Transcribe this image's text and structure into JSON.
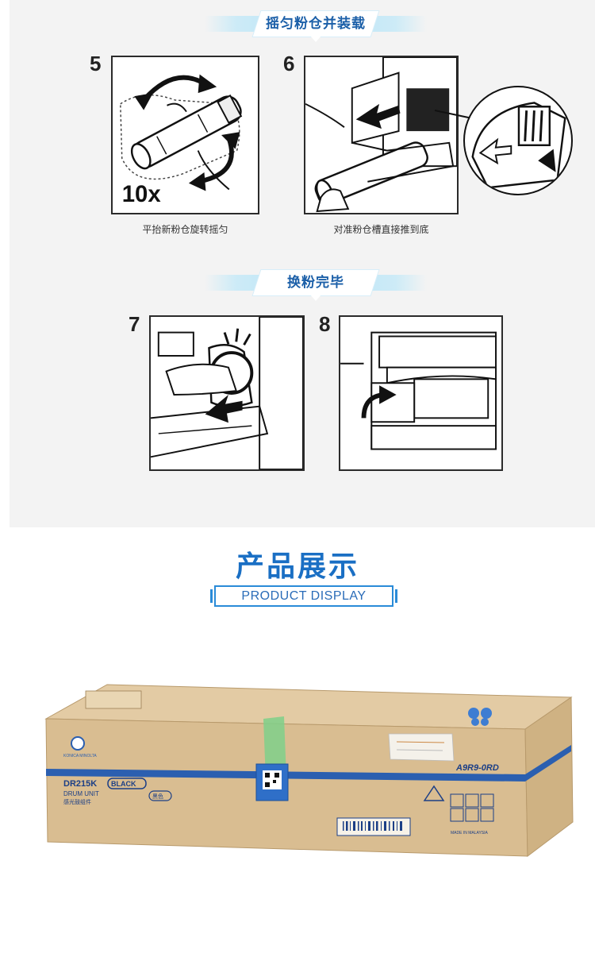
{
  "section1": {
    "title": "摇匀粉仓并装载"
  },
  "section2": {
    "title": "换粉完毕"
  },
  "steps": [
    {
      "number": "5",
      "caption": "平抬新粉仓旋转摇匀",
      "overlay": "10x"
    },
    {
      "number": "6",
      "caption": "对准粉仓槽直接推到底"
    },
    {
      "number": "7"
    },
    {
      "number": "8"
    }
  ],
  "product_display": {
    "title": "产品展示",
    "subtitle": "PRODUCT DISPLAY"
  },
  "box": {
    "model": "DR215K",
    "color_badge": "BLACK",
    "unit_name": "DRUM UNIT",
    "unit_name_cn": "感光鼓组件",
    "color_cn": "黑色",
    "part_code": "A9R9-0RD",
    "origin": "MADE IN MALAYSIA",
    "brand": "KONICA MINOLTA"
  },
  "colors": {
    "accent_blue": "#1a6fc4",
    "banner_text": "#1b5fa8",
    "box_stripe": "#2b5fb0"
  }
}
